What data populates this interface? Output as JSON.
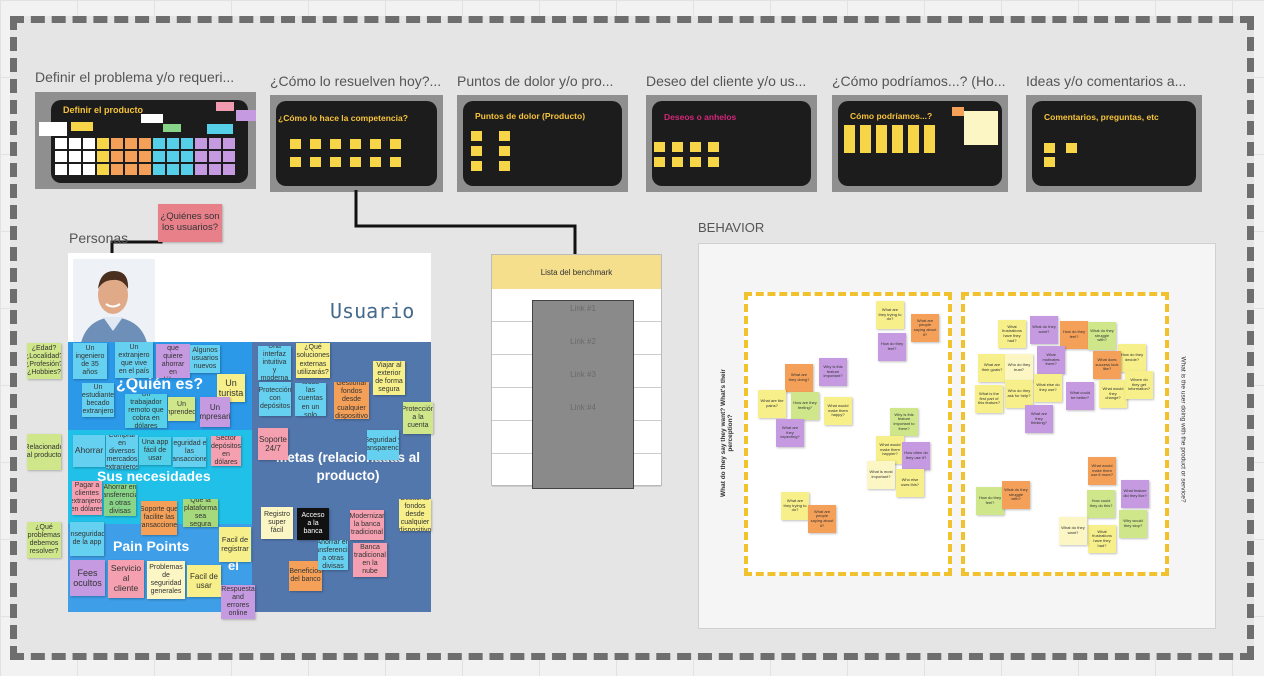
{
  "frames": {
    "f1": {
      "title": "Definir el problema y/o requeri...",
      "inner": "Definir el producto"
    },
    "f2": {
      "title": "¿Cómo lo resuelven hoy?...",
      "inner": "¿Cómo lo hace la competencia?"
    },
    "f3": {
      "title": "Puntos de dolor y/o pro...",
      "inner": "Puntos de dolor (Producto)"
    },
    "f4": {
      "title": "Deseo del cliente y/o us...",
      "inner": "Deseos o anhelos"
    },
    "f5": {
      "title": "¿Cómo podríamos...? (Ho...",
      "inner": "Cómo podríamos...?"
    },
    "f6": {
      "title": "Ideas y/o comentarios a...",
      "inner": "Comentarios, preguntas, etc"
    }
  },
  "personas": {
    "label": "Personas",
    "question": "¿Quiénes son los usuarios?",
    "usuario": "Usuario",
    "quien": "¿Quién es?",
    "necesidades": "Sus necesidades",
    "pain": "Pain Points",
    "metas": "Metas (relacionadas al producto)",
    "el": "el",
    "side_notes": [
      "¿Edad? ¿Localidad? ¿Profesión? ¿Hobbies?",
      "Relacionado al producto",
      "¿Qué problemas debemos resolver?"
    ],
    "notes": {
      "jovenes": "Un ingeniero de 35 años",
      "extranjero": "Un extranjero que vive en el país",
      "alguien": "Alguien que quiere ahorrar en dólares",
      "algunos": "Algunos usuarios nuevos",
      "estudiante": "Un estudiante becado extranjero",
      "trabajador": "Un trabajador remoto que cobra en dólares",
      "turista": "Un turista",
      "empresario": "Un empresario",
      "emprend": "Un emprendedor",
      "ahorrar": "Ahorrar",
      "comprar": "Comprar en diversos mercados extranjeros",
      "facil_uso": "Una app fácil de usar",
      "seguridad": "Seguridad en las transacciones",
      "sector": "Sector depósitos en dólares",
      "pagar": "Pagar a clientes extranjeros en dólares",
      "soporte_trans": "Soporte que facilite las transacciones",
      "plataforma": "Que la plataforma sea segura",
      "inseguridad": "Inseguridad de la app",
      "fees": "Fees ocultos",
      "servicio": "Servicio al cliente",
      "problemas": "Problemas de seguridad generales",
      "facil_usar": "Facil de usar",
      "facil_registrar": "Facil de registrar",
      "respuesta": "Respuesta and errores online",
      "que_sol": "¿Qué soluciones externas utilizarás?",
      "proteccion": "Protección con depósitos",
      "tener": "Tener todas las cuentas en un solo lugar",
      "gestion": "Gestionar fondos desde cualquier dispositivo",
      "viajar": "Viajar al exterior de forma segura",
      "proteccion2": "Protección a la cuenta",
      "soporte": "Soporte 24/7",
      "seguridad2": "Seguridad y transparencia",
      "registro": "Registro super fácil",
      "acceso": "Acceso a la banca",
      "modernizar": "Modernizar la banca tradicional",
      "beneficios": "Beneficios del banco",
      "banca": "Banca tradicional en la nube",
      "ahorro_tiempo": "Ahorrar en transferencias a otras divisas",
      "intuitiva": "Una interfaz intuitiva y moderna"
    }
  },
  "benchmark": {
    "header": "Lista del benchmark",
    "items": [
      "Link #1",
      "Link #2",
      "Link #3",
      "Link #4"
    ]
  },
  "behavior": {
    "label": "BEHAVIOR",
    "left_caption": "What do they say they want? What's their perception?",
    "right_caption": "What is the user doing with the product or service?",
    "left_notes": [
      "What are they trying to do?",
      "What are people saying about it?",
      "How do they feel?",
      "What are they doing?",
      "Why is this feature important?",
      "What are the pains?",
      "How are they feeling?",
      "What would make them happy?",
      "What are they expecting?",
      "Why is this feature important to them?",
      "What would make them happier?",
      "How often do they use it?",
      "What is most important?",
      "Who else uses this?"
    ],
    "right_notes": [
      "What frustrations have they had?",
      "What do they want?",
      "How do they feel?",
      "What do they struggle with?",
      "What are their goals?",
      "Who do they trust?",
      "What motivates them?",
      "How do they decide?",
      "What does success look like?",
      "Who do they ask for help?",
      "What else do they use?",
      "What could be better?",
      "What would they change?",
      "Where do they get information?",
      "What is the first part of this feature?",
      "What are they thinking?",
      "What would make them use it more?",
      "What feature did they like?",
      "How could they do this?",
      "Why would they stop?"
    ]
  }
}
